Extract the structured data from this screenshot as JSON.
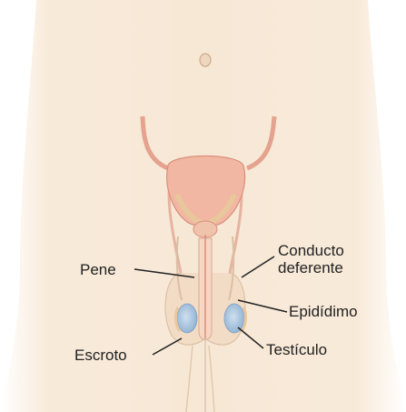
{
  "labels": {
    "pene": "Pene",
    "conducto_line1": "Conducto",
    "conducto_line2": "deferente",
    "epididimo": "Epidídimo",
    "escroto": "Escroto",
    "testiculo": "Testículo"
  },
  "colors": {
    "skin": "#f6e6d3",
    "skin_shade": "#ead0b6",
    "body_outline": "#dcc0a6",
    "organ": "#f1b7a2",
    "organ_dark": "#d98f7c",
    "prostate": "#e9c79c",
    "testis": "#a9c4df",
    "leader": "#222222"
  }
}
